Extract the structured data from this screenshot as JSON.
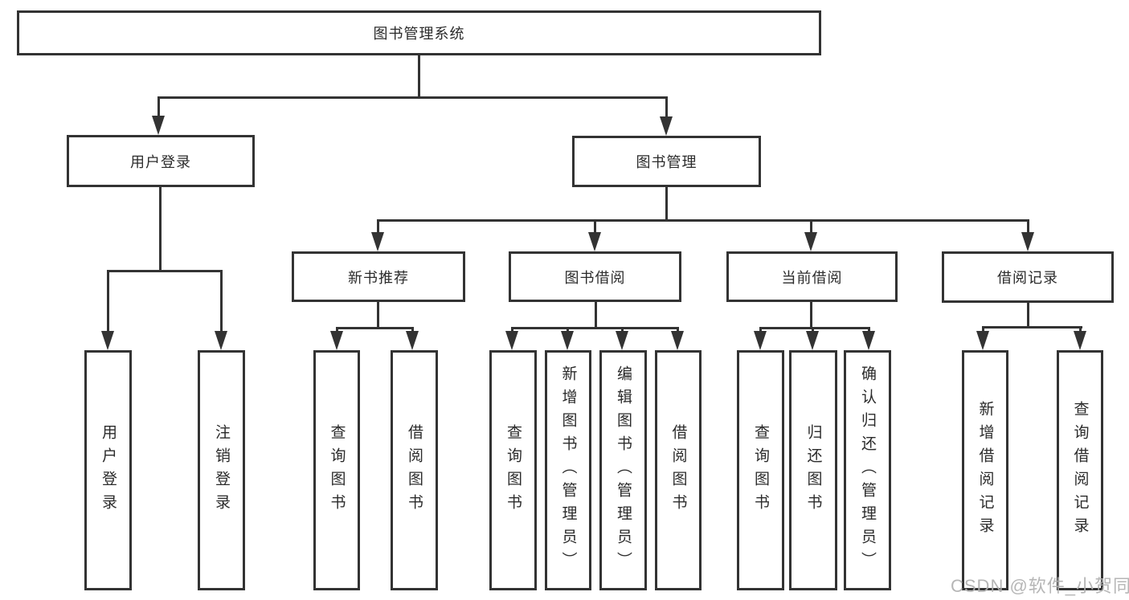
{
  "diagram": {
    "root": {
      "label": "图书管理系统"
    },
    "level2": [
      {
        "label": "用户登录"
      },
      {
        "label": "图书管理"
      }
    ],
    "level3": [
      {
        "label": "新书推荐"
      },
      {
        "label": "图书借阅"
      },
      {
        "label": "当前借阅"
      },
      {
        "label": "借阅记录"
      }
    ],
    "leaves": [
      {
        "label": "用户登录"
      },
      {
        "label": "注销登录"
      },
      {
        "label": "查询图书"
      },
      {
        "label": "借阅图书"
      },
      {
        "label": "查询图书"
      },
      {
        "label": "新增图书（管理员）"
      },
      {
        "label": "编辑图书（管理员）"
      },
      {
        "label": "借阅图书"
      },
      {
        "label": "查询图书"
      },
      {
        "label": "归还图书"
      },
      {
        "label": "确认归还（管理员）"
      },
      {
        "label": "新增借阅记录"
      },
      {
        "label": "查询借阅记录"
      }
    ]
  },
  "colors": {
    "line": "#333333",
    "text": "#2b2b2b",
    "background": "#ffffff",
    "watermark": "#b0b0b0"
  },
  "watermark": {
    "text": "CSDN @软件_小贺同学"
  }
}
